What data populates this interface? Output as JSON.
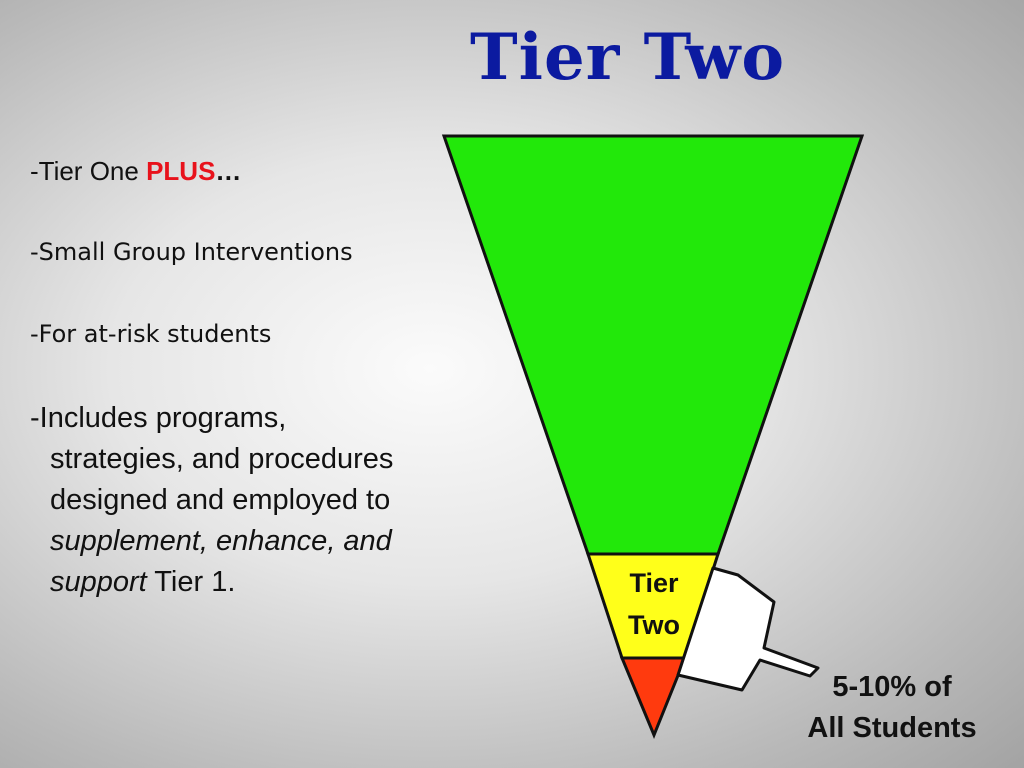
{
  "slide": {
    "title": "Tier Two"
  },
  "bullets": {
    "b1_prefix": "-Tier One ",
    "b1_highlight": "PLUS",
    "b1_suffix": "…",
    "b2": "-Small Group Interventions",
    "b3": "-For at-risk students",
    "b4_dash": "-",
    "b4_line1": "Includes programs,",
    "b4_line2": "strategies, and procedures",
    "b4_line3": "designed and employed to",
    "b4_line4_italic": "supplement, enhance, and",
    "b4_line5_italic": "support",
    "b4_line5_rest": " Tier 1."
  },
  "diagram": {
    "tier_label_line1": "Tier",
    "tier_label_line2": "Two",
    "callout_line1": "5-10% of",
    "callout_line2": "All Students"
  },
  "colors": {
    "title": "#0b1aa0",
    "highlight": "#e8121b",
    "tier_one_band": "#22e80a",
    "tier_two_band": "#ffff1a",
    "tier_three_band": "#ff3a0e",
    "outline": "#111111"
  }
}
